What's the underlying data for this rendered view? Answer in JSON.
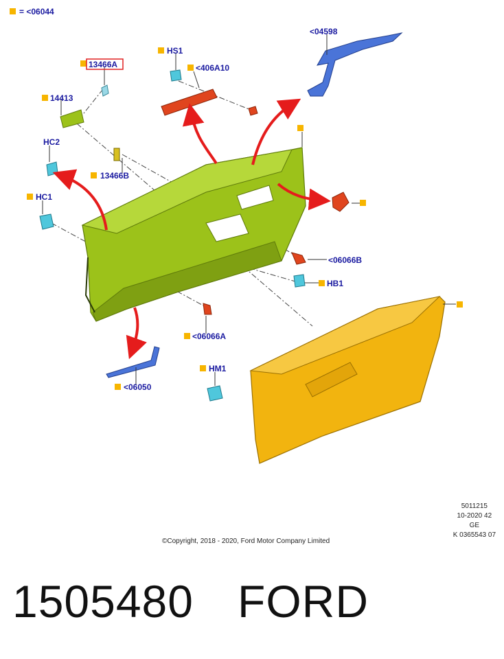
{
  "legend": {
    "text": "= <06044"
  },
  "callouts": {
    "c04598": "<04598",
    "c13466A": "13466A",
    "cHS1": "HS1",
    "c406A10": "<406A10",
    "c14413": "14413",
    "cHC2": "HC2",
    "c13466B": "13466B",
    "cHC1": "HC1",
    "c06066B": "<06066B",
    "cHB1": "HB1",
    "c06066A": "<06066A",
    "cHM1": "HM1",
    "c06050": "<06050"
  },
  "meta": {
    "line1": "5011215",
    "line2": "10-2020 42",
    "line3": "GE",
    "line4": "K 0365543 07",
    "copyright": "©Copyright, 2018 - 2020, Ford Motor Company Limited"
  },
  "footer": {
    "part_number": "1505480",
    "brand": "FORD"
  },
  "colors": {
    "box_green": "#9cc21a",
    "glovebox_orange": "#f2b40f",
    "bracket_blue": "#4a74d8",
    "part_red": "#e0451e",
    "clip_cyan": "#4fc7dc",
    "arrow_red": "#e51c1c",
    "square_marker": "#f7b500",
    "label_blue": "#1a1aa0",
    "highlight_box": "#e02020"
  }
}
